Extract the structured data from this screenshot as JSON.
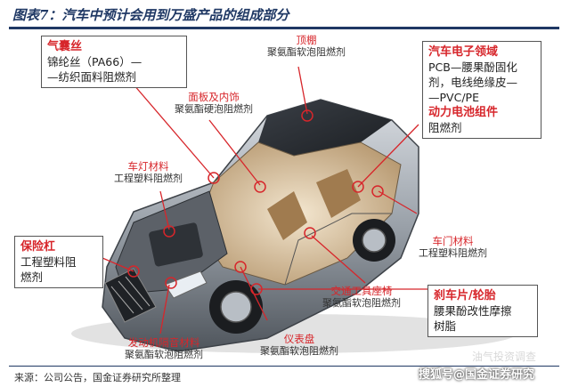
{
  "title": "图表7：汽车中预计会用到万盛产品的组成部分",
  "source": "来源：公司公告，国金证券研究所整理",
  "watermark": "搜狐号@国金证券研究",
  "watermark2": "油气投资调查",
  "colors": {
    "accent": "#d7262b",
    "title": "#1f3864"
  },
  "boxes": {
    "airbag": {
      "name": "气囊丝",
      "l1": "锦纶丝（PA66）—",
      "l2": "—纺织面料阻燃剂"
    },
    "electronics": {
      "name": "汽车电子领域",
      "l1": "PCB—腰果酚固化",
      "l2": "剂，电线绝缘皮—",
      "l3": "—PVC/PE",
      "name2": "动力电池组件",
      "l4": "阻燃剂"
    },
    "bumper": {
      "name": "保险杠",
      "l1": "工程塑料阻",
      "l2": "燃剂"
    },
    "brake": {
      "name": "刹车片/轮胎",
      "l1": "腰果酚改性摩擦",
      "l2": "树脂"
    }
  },
  "labels": {
    "roof": {
      "name": "顶棚",
      "desc": "聚氨酯软泡阻燃剂"
    },
    "panel": {
      "name": "面板及内饰",
      "desc": "聚氨酯硬泡阻燃剂"
    },
    "lamp": {
      "name": "车灯材料",
      "desc": "工程塑料阻燃剂"
    },
    "door": {
      "name": "车门材料",
      "desc": "工程塑料阻燃剂"
    },
    "seat": {
      "name": "交通工具座椅",
      "desc": "聚氨酯软泡阻燃剂"
    },
    "dash": {
      "name": "仪表盘",
      "desc": "聚氨酯软泡阻燃剂"
    },
    "engine": {
      "name": "发动机隔音材料",
      "desc": "聚氨酯软泡阻燃剂"
    }
  }
}
